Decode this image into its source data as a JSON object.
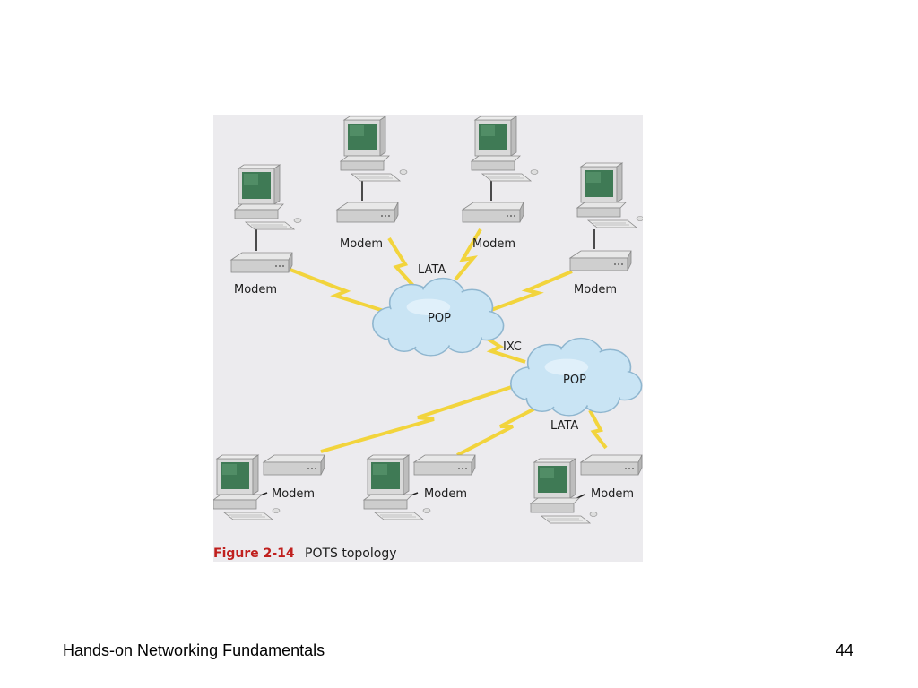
{
  "diagram": {
    "labels": {
      "modem": "Modem",
      "lata": "LATA",
      "pop": "POP",
      "ixc": "IXC"
    },
    "caption": {
      "number": "Figure 2-14",
      "text": "POTS topology"
    },
    "colors": {
      "link": "#f2d43c",
      "cloud": "#c9e4f4",
      "cloud_stroke": "#8fb6cf",
      "device": "#d3d3d3",
      "screen": "#3f7a55",
      "figure_bg": "#ecebee",
      "caption_number": "#c0201e"
    }
  },
  "footer": {
    "title": "Hands-on Networking Fundamentals",
    "page_number": "44"
  }
}
